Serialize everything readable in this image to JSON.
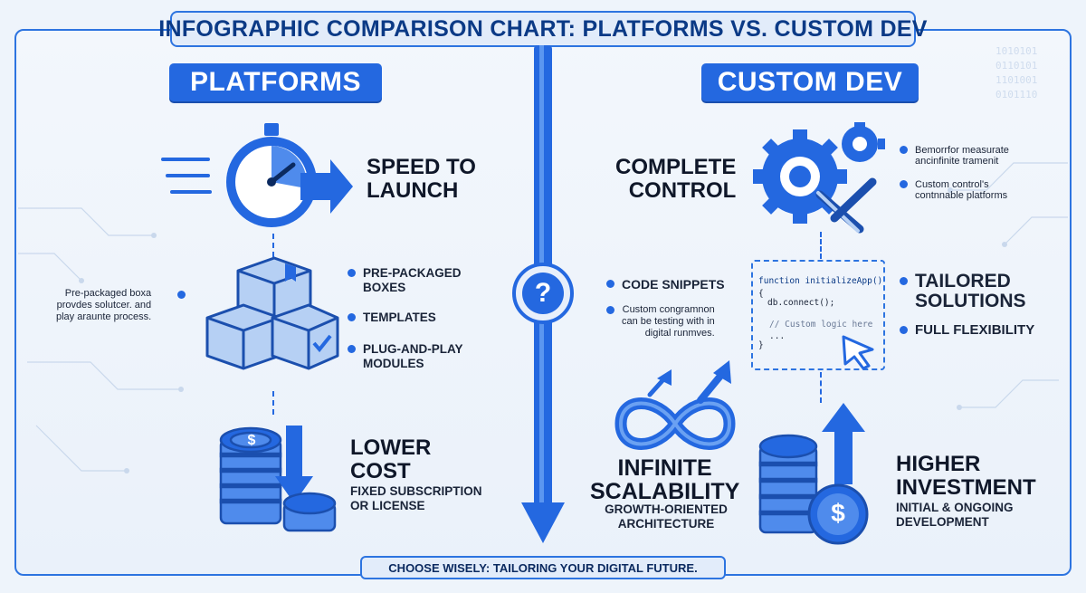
{
  "title": "INFOGRAPHIC COMPARISON CHART: PLATFORMS VS. CUSTOM DEV",
  "colors": {
    "accent": "#2468e0",
    "dark": "#0b3a86",
    "background": "#eef4fb"
  },
  "platforms": {
    "label": "PLATFORMS",
    "speed": {
      "line1": "SPEED TO",
      "line2": "LAUNCH",
      "icon": "stopwatch-icon"
    },
    "boxes_note": {
      "line1": "Pre-packaged boxa",
      "line2": "provdes solutcer. and",
      "line3": "play araunte process."
    },
    "bullets": [
      {
        "line1": "PRE-PACKAGED",
        "line2": "BOXES"
      },
      {
        "line1": "TEMPLATES",
        "line2": ""
      },
      {
        "line1": "PLUG-AND-PLAY",
        "line2": "MODULES"
      }
    ],
    "cost": {
      "line1": "LOWER",
      "line2": "COST",
      "sub1": "FIXED SUBSCRIPTION",
      "sub2": "OR LICENSE",
      "icon": "coins-down-icon"
    }
  },
  "custom": {
    "label": "CUSTOM DEV",
    "control": {
      "line1": "COMPLETE",
      "line2": "CONTROL",
      "icon": "gears-wrench-icon"
    },
    "control_notes": [
      {
        "line1": "Bemorrfor measurate",
        "line2": "ancinfinite tramenit"
      },
      {
        "line1": "Custom control's",
        "line2": "contnnable platforms"
      }
    ],
    "code_snippets": {
      "label": "CODE SNIPPETS",
      "note1": "Custom congramnon",
      "note2": "can be testing with in",
      "note3": "digital runmves."
    },
    "code": [
      "function initializeApp()",
      "{",
      "  db.connect();",
      "// Custom logic here",
      "...",
      "}"
    ],
    "tailored": {
      "line1": "TAILORED",
      "line2": "SOLUTIONS"
    },
    "flex": "FULL FLEXIBILITY",
    "scal": {
      "line1": "INFINITE",
      "line2": "SCALABILITY",
      "sub1": "GROWTH-ORIENTED",
      "sub2": "ARCHITECTURE",
      "icon": "infinity-arrow-icon"
    },
    "invest": {
      "line1": "HIGHER",
      "line2": "INVESTMENT",
      "sub1": "INITIAL & ONGOING",
      "sub2": "DEVELOPMENT",
      "icon": "coins-up-icon"
    }
  },
  "divider": {
    "symbol": "?"
  },
  "footer": "CHOOSE WISELY: TAILORING YOUR DIGITAL FUTURE."
}
